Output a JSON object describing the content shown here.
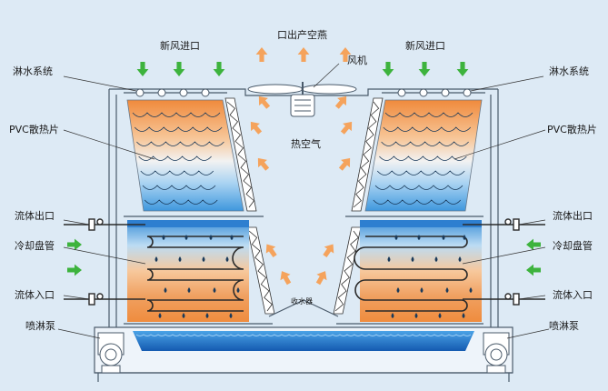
{
  "labels": {
    "fresh_air_left": "新风进口",
    "fresh_air_right": "新风进口",
    "air_outlet": "口出产空燕",
    "fan": "风机",
    "spray_left": "淋水系统",
    "spray_right": "淋水系统",
    "pvc_left": "PVC散热片",
    "pvc_right": "PVC散热片",
    "hot_air": "热空气",
    "fluid_out_left": "流体出口",
    "fluid_out_right": "流体出口",
    "coil_left": "冷却盘管",
    "coil_right": "冷却盘管",
    "fluid_in_left": "流体入口",
    "fluid_in_right": "流体入口",
    "collector": "收水器",
    "pump_left": "喷淋泵",
    "pump_right": "喷淋泵"
  },
  "colors": {
    "background": "#ddeaf5",
    "arrow_orange": "#f5a35c",
    "arrow_green": "#3db33d",
    "frame": "#4a5a6a",
    "water": "#1e6fc4"
  }
}
